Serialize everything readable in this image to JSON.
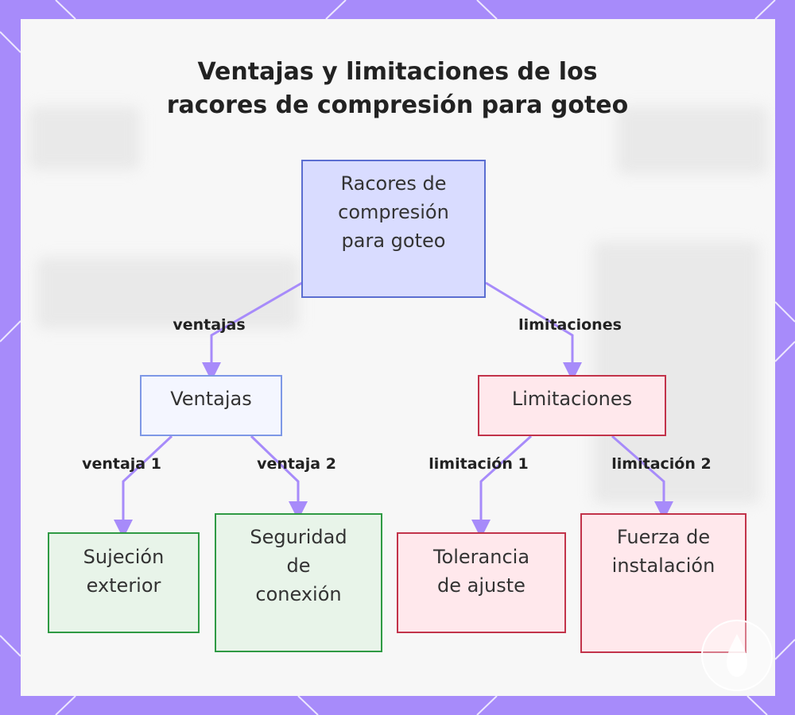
{
  "title": {
    "line1": "Ventajas y limitaciones de los",
    "line2": "racores de compresión para goteo"
  },
  "nodes": {
    "root": "Racores de\ncompresión\npara goteo",
    "ventajas": "Ventajas",
    "limitaciones": "Limitaciones",
    "sujecion": "Sujeción\nexterior",
    "seguridad": "Seguridad\nde\nconexión",
    "tolerancia": "Tolerancia\nde ajuste",
    "fuerza": "Fuerza de\ninstalación"
  },
  "edge_labels": {
    "ventajas": "ventajas",
    "limitaciones": "limitaciones",
    "ventaja1": "ventaja 1",
    "ventaja2": "ventaja 2",
    "limitacion1": "limitación 1",
    "limitacion2": "limitación 2"
  },
  "colors": {
    "frame": "#a78bfa",
    "edge": "#a78bfa",
    "root_fill": "#d9dcff",
    "advantage_border": "#2f9a44",
    "limitation_border": "#c2334a"
  }
}
